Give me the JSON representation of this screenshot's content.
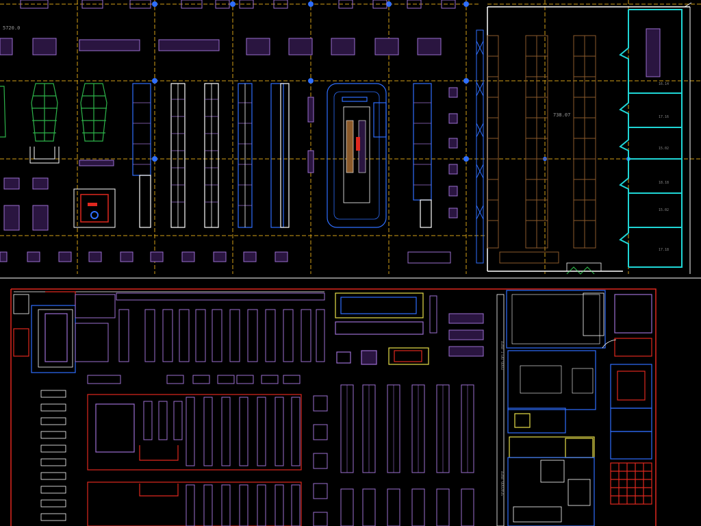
{
  "top_plan": {
    "dimension_label": "5720.0",
    "area_label": "738.07",
    "room_areas": [
      "16.14",
      "17.16",
      "15.02",
      "18.18",
      "15.02",
      "17.18"
    ]
  },
  "bottom_plan": {
    "vertical_labels": [
      "FOOD DELI PREP",
      "SEAFOOD PREP"
    ]
  },
  "colors": {
    "background": "#000000",
    "grid_axis": "#d4a017",
    "purple": "#9b6fd1",
    "blue": "#2f6fff",
    "white": "#ffffff",
    "green": "#2db34a",
    "cyan": "#1fd6d6",
    "brown": "#8b5a2b",
    "red": "#e0281f",
    "yellow": "#e8e04a",
    "gray": "#9a9a9a"
  }
}
